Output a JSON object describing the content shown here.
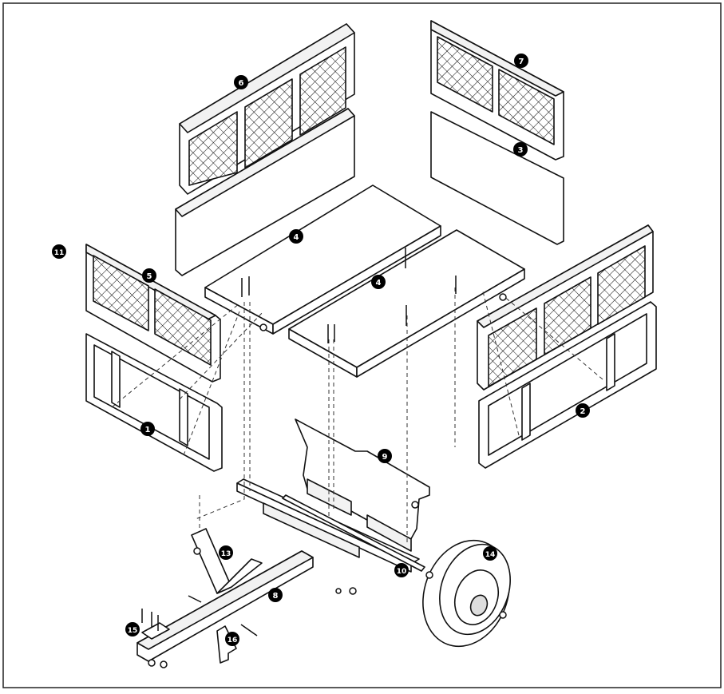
{
  "diagram": {
    "callouts": [
      {
        "id": "callout-1",
        "label": "1"
      },
      {
        "id": "callout-2",
        "label": "2"
      },
      {
        "id": "callout-3",
        "label": "3"
      },
      {
        "id": "callout-4a",
        "label": "4"
      },
      {
        "id": "callout-4b",
        "label": "4"
      },
      {
        "id": "callout-5",
        "label": "5"
      },
      {
        "id": "callout-6",
        "label": "6"
      },
      {
        "id": "callout-7",
        "label": "7"
      },
      {
        "id": "callout-8",
        "label": "8"
      },
      {
        "id": "callout-9",
        "label": "9"
      },
      {
        "id": "callout-10",
        "label": "10"
      },
      {
        "id": "callout-11",
        "label": "11"
      },
      {
        "id": "callout-13",
        "label": "13"
      },
      {
        "id": "callout-14",
        "label": "14"
      },
      {
        "id": "callout-15",
        "label": "15"
      },
      {
        "id": "callout-16",
        "label": "16"
      }
    ]
  }
}
